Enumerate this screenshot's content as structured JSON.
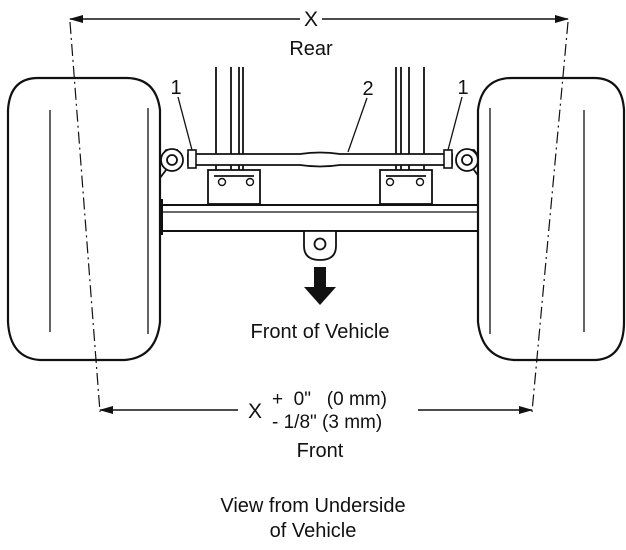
{
  "dimension_top": {
    "symbol": "X",
    "label": "Rear"
  },
  "callouts": {
    "tie_rod_end_left": "1",
    "tie_rod": "2",
    "tie_rod_end_right": "1"
  },
  "direction_label": "Front of Vehicle",
  "dimension_bottom": {
    "symbol": "X",
    "tolerance_plus": "+  0\"   (0 mm)",
    "tolerance_minus": "- 1/8\" (3 mm)",
    "label": "Front"
  },
  "caption": {
    "line1": "View from Underside",
    "line2": "of Vehicle"
  }
}
